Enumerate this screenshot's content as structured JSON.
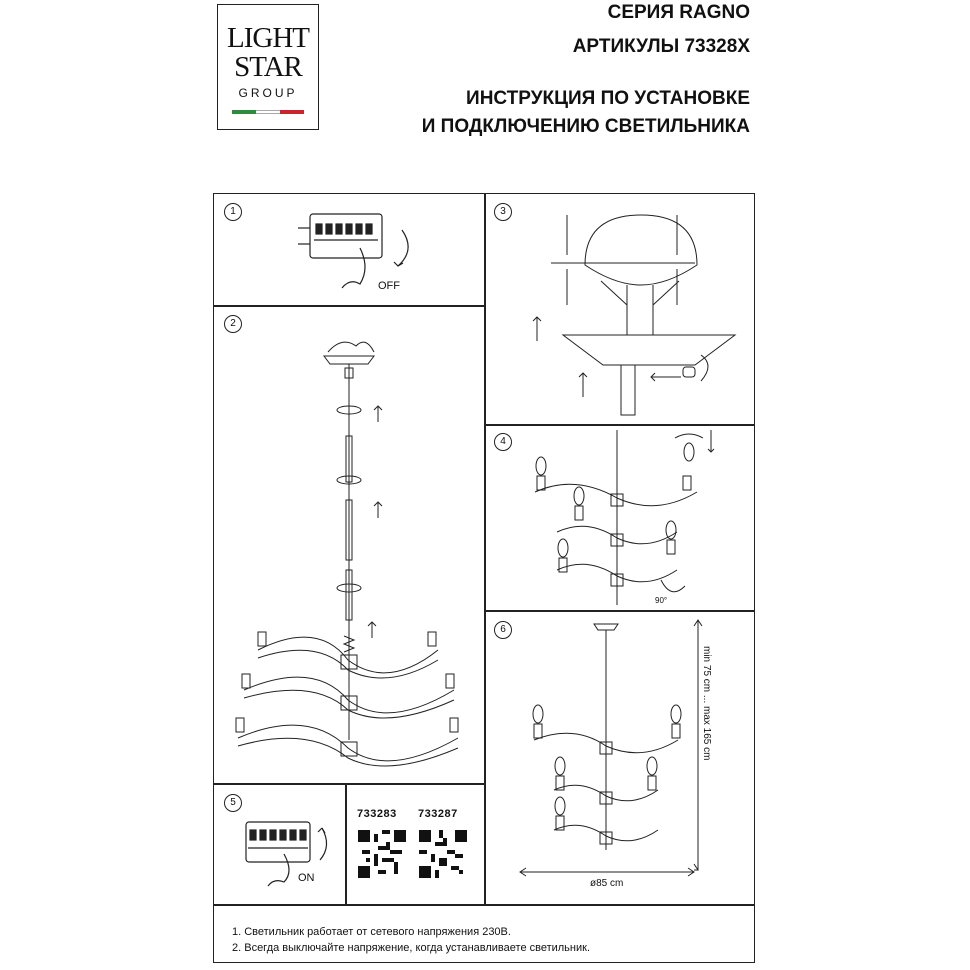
{
  "logo": {
    "line1": "LIGHT",
    "line2": "STAR",
    "line3": "GROUP",
    "flag_colors": [
      "#2e8b3e",
      "#ffffff",
      "#c8262c"
    ]
  },
  "header": {
    "series": "СЕРИЯ RAGNO",
    "articles": "АРТИКУЛЫ 73328X",
    "title_line1": "ИНСТРУКЦИЯ ПО УСТАНОВКЕ",
    "title_line2": "И ПОДКЛЮЧЕНИЮ СВЕТИЛЬНИКА"
  },
  "steps": {
    "s1": {
      "num": "1",
      "label": "OFF"
    },
    "s2": {
      "num": "2"
    },
    "s3": {
      "num": "3"
    },
    "s4": {
      "num": "4",
      "angle": "90°"
    },
    "s5": {
      "num": "5",
      "label": "ON"
    },
    "s6": {
      "num": "6",
      "height": "min 75 cm ... max 165 cm",
      "diameter": "ø85 cm"
    }
  },
  "codes": [
    "733283",
    "733287"
  ],
  "notes": [
    "1. Светильник работает от сетевого напряжения 230В.",
    "2. Всегда выключайте напряжение, когда устанавливаете светильник."
  ]
}
